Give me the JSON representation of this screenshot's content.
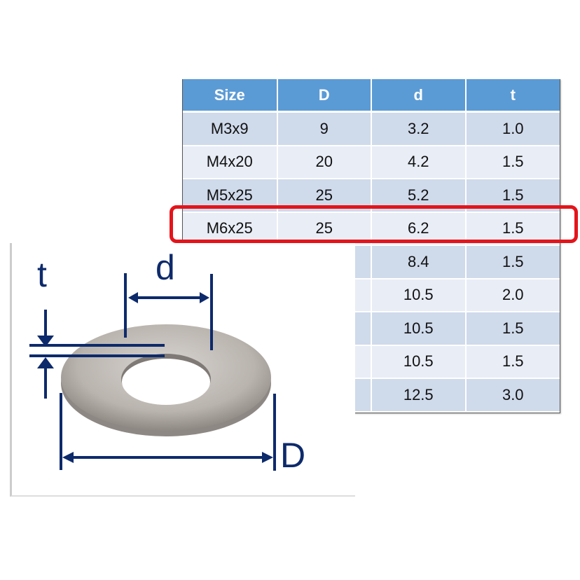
{
  "table": {
    "columns": [
      "Size",
      "D",
      "d",
      "t"
    ],
    "rows": [
      {
        "size": "M3x9",
        "D": "9",
        "d": "3.2",
        "t": "1.0"
      },
      {
        "size": "M4x20",
        "D": "20",
        "d": "4.2",
        "t": "1.5"
      },
      {
        "size": "M5x25",
        "D": "25",
        "d": "5.2",
        "t": "1.5"
      },
      {
        "size": "M6x25",
        "D": "25",
        "d": "6.2",
        "t": "1.5",
        "highlighted": true
      },
      {
        "size": null,
        "D": null,
        "d": "8.4",
        "t": "1.5"
      },
      {
        "size": null,
        "D": null,
        "d": "10.5",
        "t": "2.0"
      },
      {
        "size": null,
        "D": null,
        "d": "10.5",
        "t": "1.5"
      },
      {
        "size": null,
        "D": null,
        "d": "10.5",
        "t": "1.5"
      },
      {
        "size": null,
        "D": null,
        "d": "12.5",
        "t": "3.0"
      }
    ]
  },
  "highlight_color": "#e3141b",
  "header_color": "#5b9bd5",
  "diagram": {
    "labels": {
      "thickness": "t",
      "inner_diameter": "d",
      "outer_diameter": "D"
    },
    "line_color": "#0d2a6b"
  }
}
